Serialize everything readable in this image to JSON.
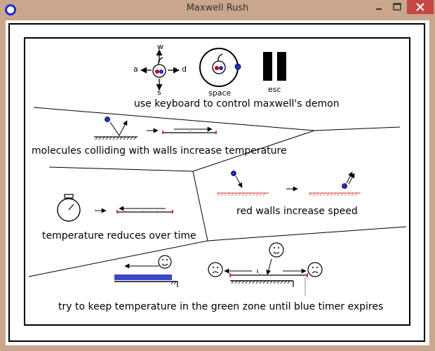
{
  "window": {
    "title": "Maxwell Rush"
  },
  "icons": {
    "app": "app-circle-icon",
    "minimize": "minimize-icon",
    "maximize": "maximize-icon",
    "close": "close-icon"
  },
  "instructions": {
    "keys": {
      "up": "w",
      "left": "a",
      "right": "d",
      "down": "s",
      "action": "space",
      "pause": "esc"
    },
    "controls_caption": "use keyboard to control maxwell's demon",
    "wall_collision_caption": "molecules colliding with walls increase temperature",
    "red_walls_caption": "red walls increase speed",
    "time_caption": "temperature reduces over time",
    "goal_caption": "try to keep temperature in the green zone until blue timer expires"
  },
  "colors": {
    "molecule": "#1d2bd6",
    "demon_red": "#d40000",
    "hot_wall": "#e05a55",
    "green_zone": "#3fbf3f",
    "timer_bar": "#3c46c8"
  }
}
